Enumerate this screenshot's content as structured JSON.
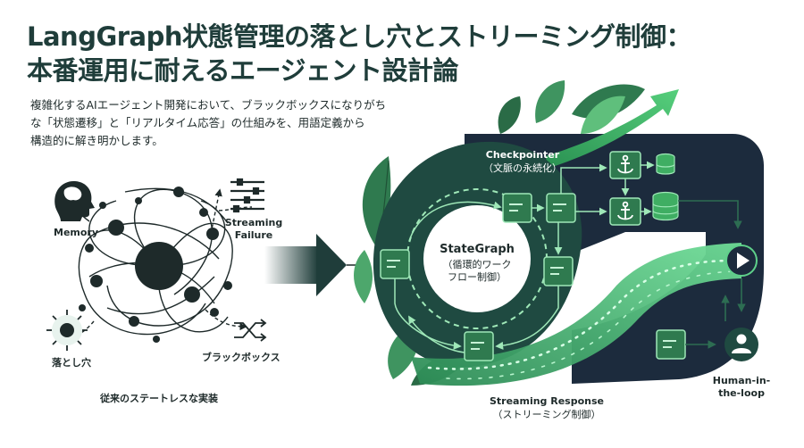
{
  "title_line1": "LangGraph状態管理の落とし穴とストリーミング制御：",
  "title_line2": "本番運用に耐えるエージェント設計論",
  "description_line1": "複雑化するAIエージェント開発において、ブラックボックスになりがち",
  "description_line2": "な「状態遷移」と「リアルタイム応答」の仕組みを、用語定義から",
  "description_line3": "構造的に解き明かします。",
  "left": {
    "memory": "Memory",
    "streaming_failure_1": "Streaming",
    "streaming_failure_2": "Failure",
    "pitfall": "落とし穴",
    "black_box": "ブラックボックス",
    "caption": "従来のステートレスな実装"
  },
  "right": {
    "checkpointer": "Checkpointer",
    "checkpointer_sub": "（文脈の永続化）",
    "stategraph": "StateGraph",
    "stategraph_sub1": "（循環的ワーク",
    "stategraph_sub2": "フロー制御）",
    "streaming_response": "Streaming Response",
    "streaming_response_sub": "（ストリーミング制御）",
    "hitl_1": "Human-in-",
    "hitl_2": "the-loop"
  },
  "colors": {
    "dark_green": "#1f4a41",
    "navy": "#1c2b3d",
    "accent_green": "#3fae63",
    "light_green": "#5ed08a"
  }
}
